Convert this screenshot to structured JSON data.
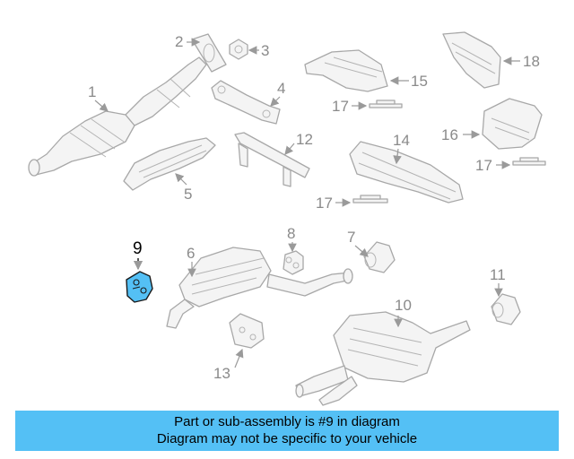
{
  "callouts": {
    "c1": "1",
    "c2": "2",
    "c3": "3",
    "c4": "4",
    "c5": "5",
    "c6": "6",
    "c7": "7",
    "c8": "8",
    "c9": "9",
    "c10": "10",
    "c11": "11",
    "c12": "12",
    "c13": "13",
    "c14": "14",
    "c15": "15",
    "c16": "16",
    "c17a": "17",
    "c17b": "17",
    "c17c": "17",
    "c18": "18"
  },
  "highlight": {
    "part": "9",
    "color": "#54c0f5"
  },
  "banner": {
    "line1": "Part or sub-assembly is #9 in diagram",
    "line2": "Diagram may not be specific to your vehicle",
    "color": "#54c0f5"
  }
}
